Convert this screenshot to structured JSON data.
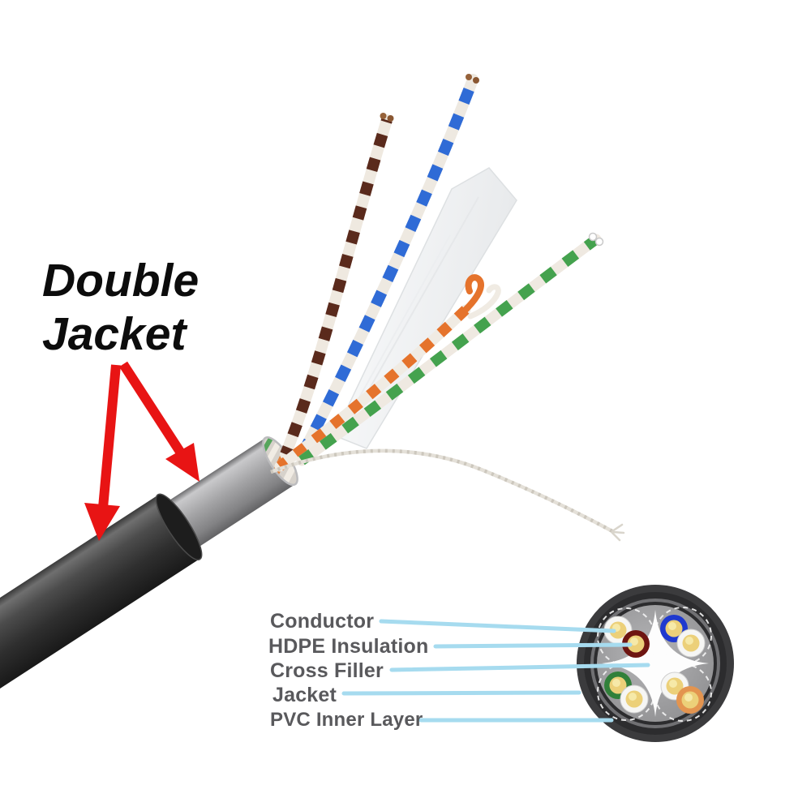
{
  "title": {
    "line1": "Double",
    "line2": "Jacket"
  },
  "annotations": [
    {
      "text": "Conductor"
    },
    {
      "text": "HDPE Insulation"
    },
    {
      "text": "Cross Filler"
    },
    {
      "text": "Jacket"
    },
    {
      "text": "PVC Inner Layer"
    }
  ],
  "colors": {
    "arrow_red": "#e81414",
    "leader_blue": "#a6dbef",
    "label_gray": "#59595c",
    "jacket_black": "#2b2b2b",
    "inner_jacket_gray": "#a4a4a6",
    "copper": "#96623a"
  },
  "pairs": [
    {
      "name": "brown-white pair",
      "color": "#5a2a1c"
    },
    {
      "name": "blue-white pair",
      "color": "#2f6bd6"
    },
    {
      "name": "orange-white pair",
      "color": "#e5732c"
    },
    {
      "name": "green-white pair",
      "color": "#44a24e"
    }
  ],
  "cross_section": {
    "wires": [
      {
        "id": "pair1-white",
        "color": "#f6f6f4"
      },
      {
        "id": "pair1-brown",
        "color": "#6e1511"
      },
      {
        "id": "pair2-blue",
        "color": "#1f39cf"
      },
      {
        "id": "pair2-white",
        "color": "#f6f6f4"
      },
      {
        "id": "pair3-green",
        "color": "#31803a"
      },
      {
        "id": "pair3-white",
        "color": "#f6f6f4"
      },
      {
        "id": "pair4-white",
        "color": "#f6f6f4"
      },
      {
        "id": "pair4-orange",
        "color": "#e3944f"
      }
    ]
  }
}
